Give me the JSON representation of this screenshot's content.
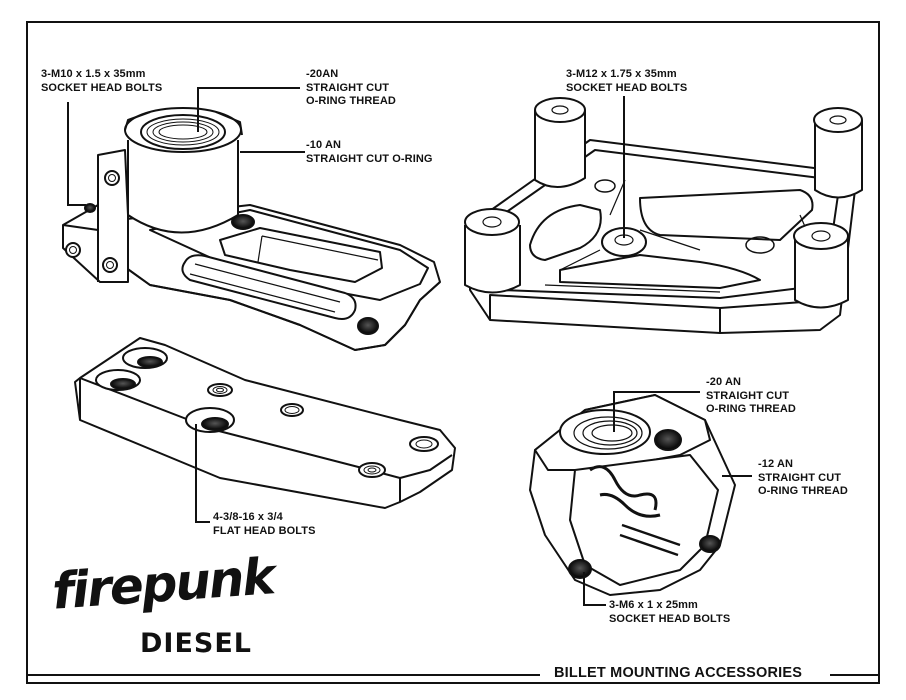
{
  "title": "BILLET MOUNTING ACCESSORIES",
  "logo": {
    "script": "firepunk",
    "word": "DIESEL"
  },
  "callouts": {
    "m10_bolts": [
      "3-M10 x 1.5 x 35mm",
      "SOCKET HEAD BOLTS"
    ],
    "an20_top": [
      "-20AN",
      "STRAIGHT CUT",
      "O-RING THREAD"
    ],
    "an10": [
      "-10 AN",
      "STRAIGHT CUT O-RING"
    ],
    "m12_bolts": [
      "3-M12 x 1.75 x 35mm",
      "SOCKET HEAD BOLTS"
    ],
    "flat_head": [
      "4-3/8-16 x 3/4",
      "FLAT HEAD BOLTS"
    ],
    "an20_block": [
      "-20 AN",
      "STRAIGHT CUT",
      "O-RING THREAD"
    ],
    "an12": [
      "-12 AN",
      "STRAIGHT CUT",
      "O-RING THREAD"
    ],
    "m6_bolts": [
      "3-M6 x 1 x 25mm",
      "SOCKET HEAD BOLTS"
    ]
  }
}
